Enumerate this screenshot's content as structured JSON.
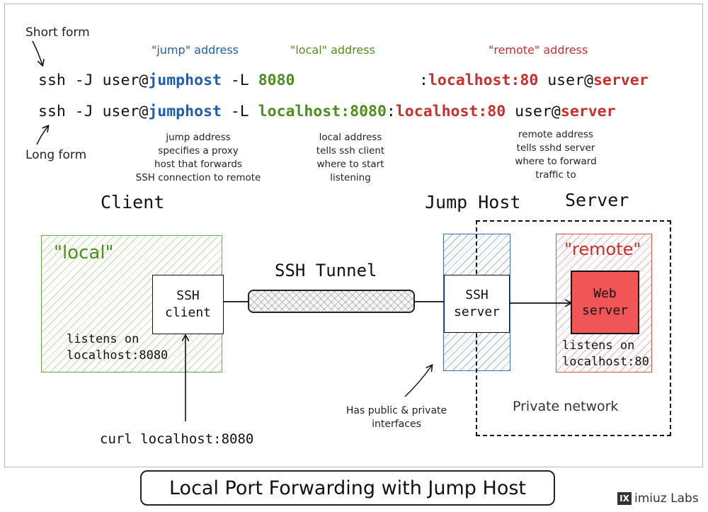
{
  "labels": {
    "short_form": "Short form",
    "long_form": "Long form",
    "jump_address": "\"jump\" address",
    "local_address": "\"local\" address",
    "remote_address": "\"remote\" address"
  },
  "commands": {
    "short": {
      "prefix": "ssh -J user@",
      "jump": "jumphost",
      "mid": " -L ",
      "local": "8080",
      "gap": "          ",
      "colon": ":",
      "remote": "localhost:80",
      "user": " user@",
      "server": "server"
    },
    "long": {
      "prefix": "ssh -J user@",
      "jump": "jumphost",
      "mid": " -L ",
      "local": "localhost:8080",
      "colon": ":",
      "remote": "localhost:80",
      "user": " user@",
      "server": "server"
    }
  },
  "notes": {
    "jump": [
      "jump address",
      "specifies a proxy",
      "host that forwards",
      "SSH connection to remote"
    ],
    "local": [
      "local address",
      "tells ssh client",
      "where to start",
      "listening"
    ],
    "remote": [
      "remote address",
      "tells sshd server",
      "where to forward",
      "traffic to"
    ]
  },
  "headings": {
    "client": "Client",
    "jump_host": "Jump Host",
    "server": "Server",
    "ssh_tunnel": "SSH Tunnel",
    "private_network": "Private network"
  },
  "zones": {
    "local": "\"local\"",
    "remote": "\"remote\""
  },
  "boxes": {
    "ssh_client_line1": "SSH",
    "ssh_client_line2": "client",
    "ssh_server_line1": "SSH",
    "ssh_server_line2": "server",
    "web_server_line1": "Web",
    "web_server_line2": "server"
  },
  "listens": {
    "client_line1": "listens on",
    "client_line2": "localhost:8080",
    "server_line1": "listens on",
    "server_line2": "localhost:80"
  },
  "curl": "curl localhost:8080",
  "jump_note": [
    "Has public & private",
    "interfaces"
  ],
  "title": "Local Port Forwarding with Jump Host",
  "brand": {
    "logo": "IX",
    "name": "imiuz Labs"
  },
  "colors": {
    "jump": "#1f5fad",
    "local": "#4e8e1c",
    "remote": "#c8302e",
    "web_server_fill": "#f25555"
  }
}
